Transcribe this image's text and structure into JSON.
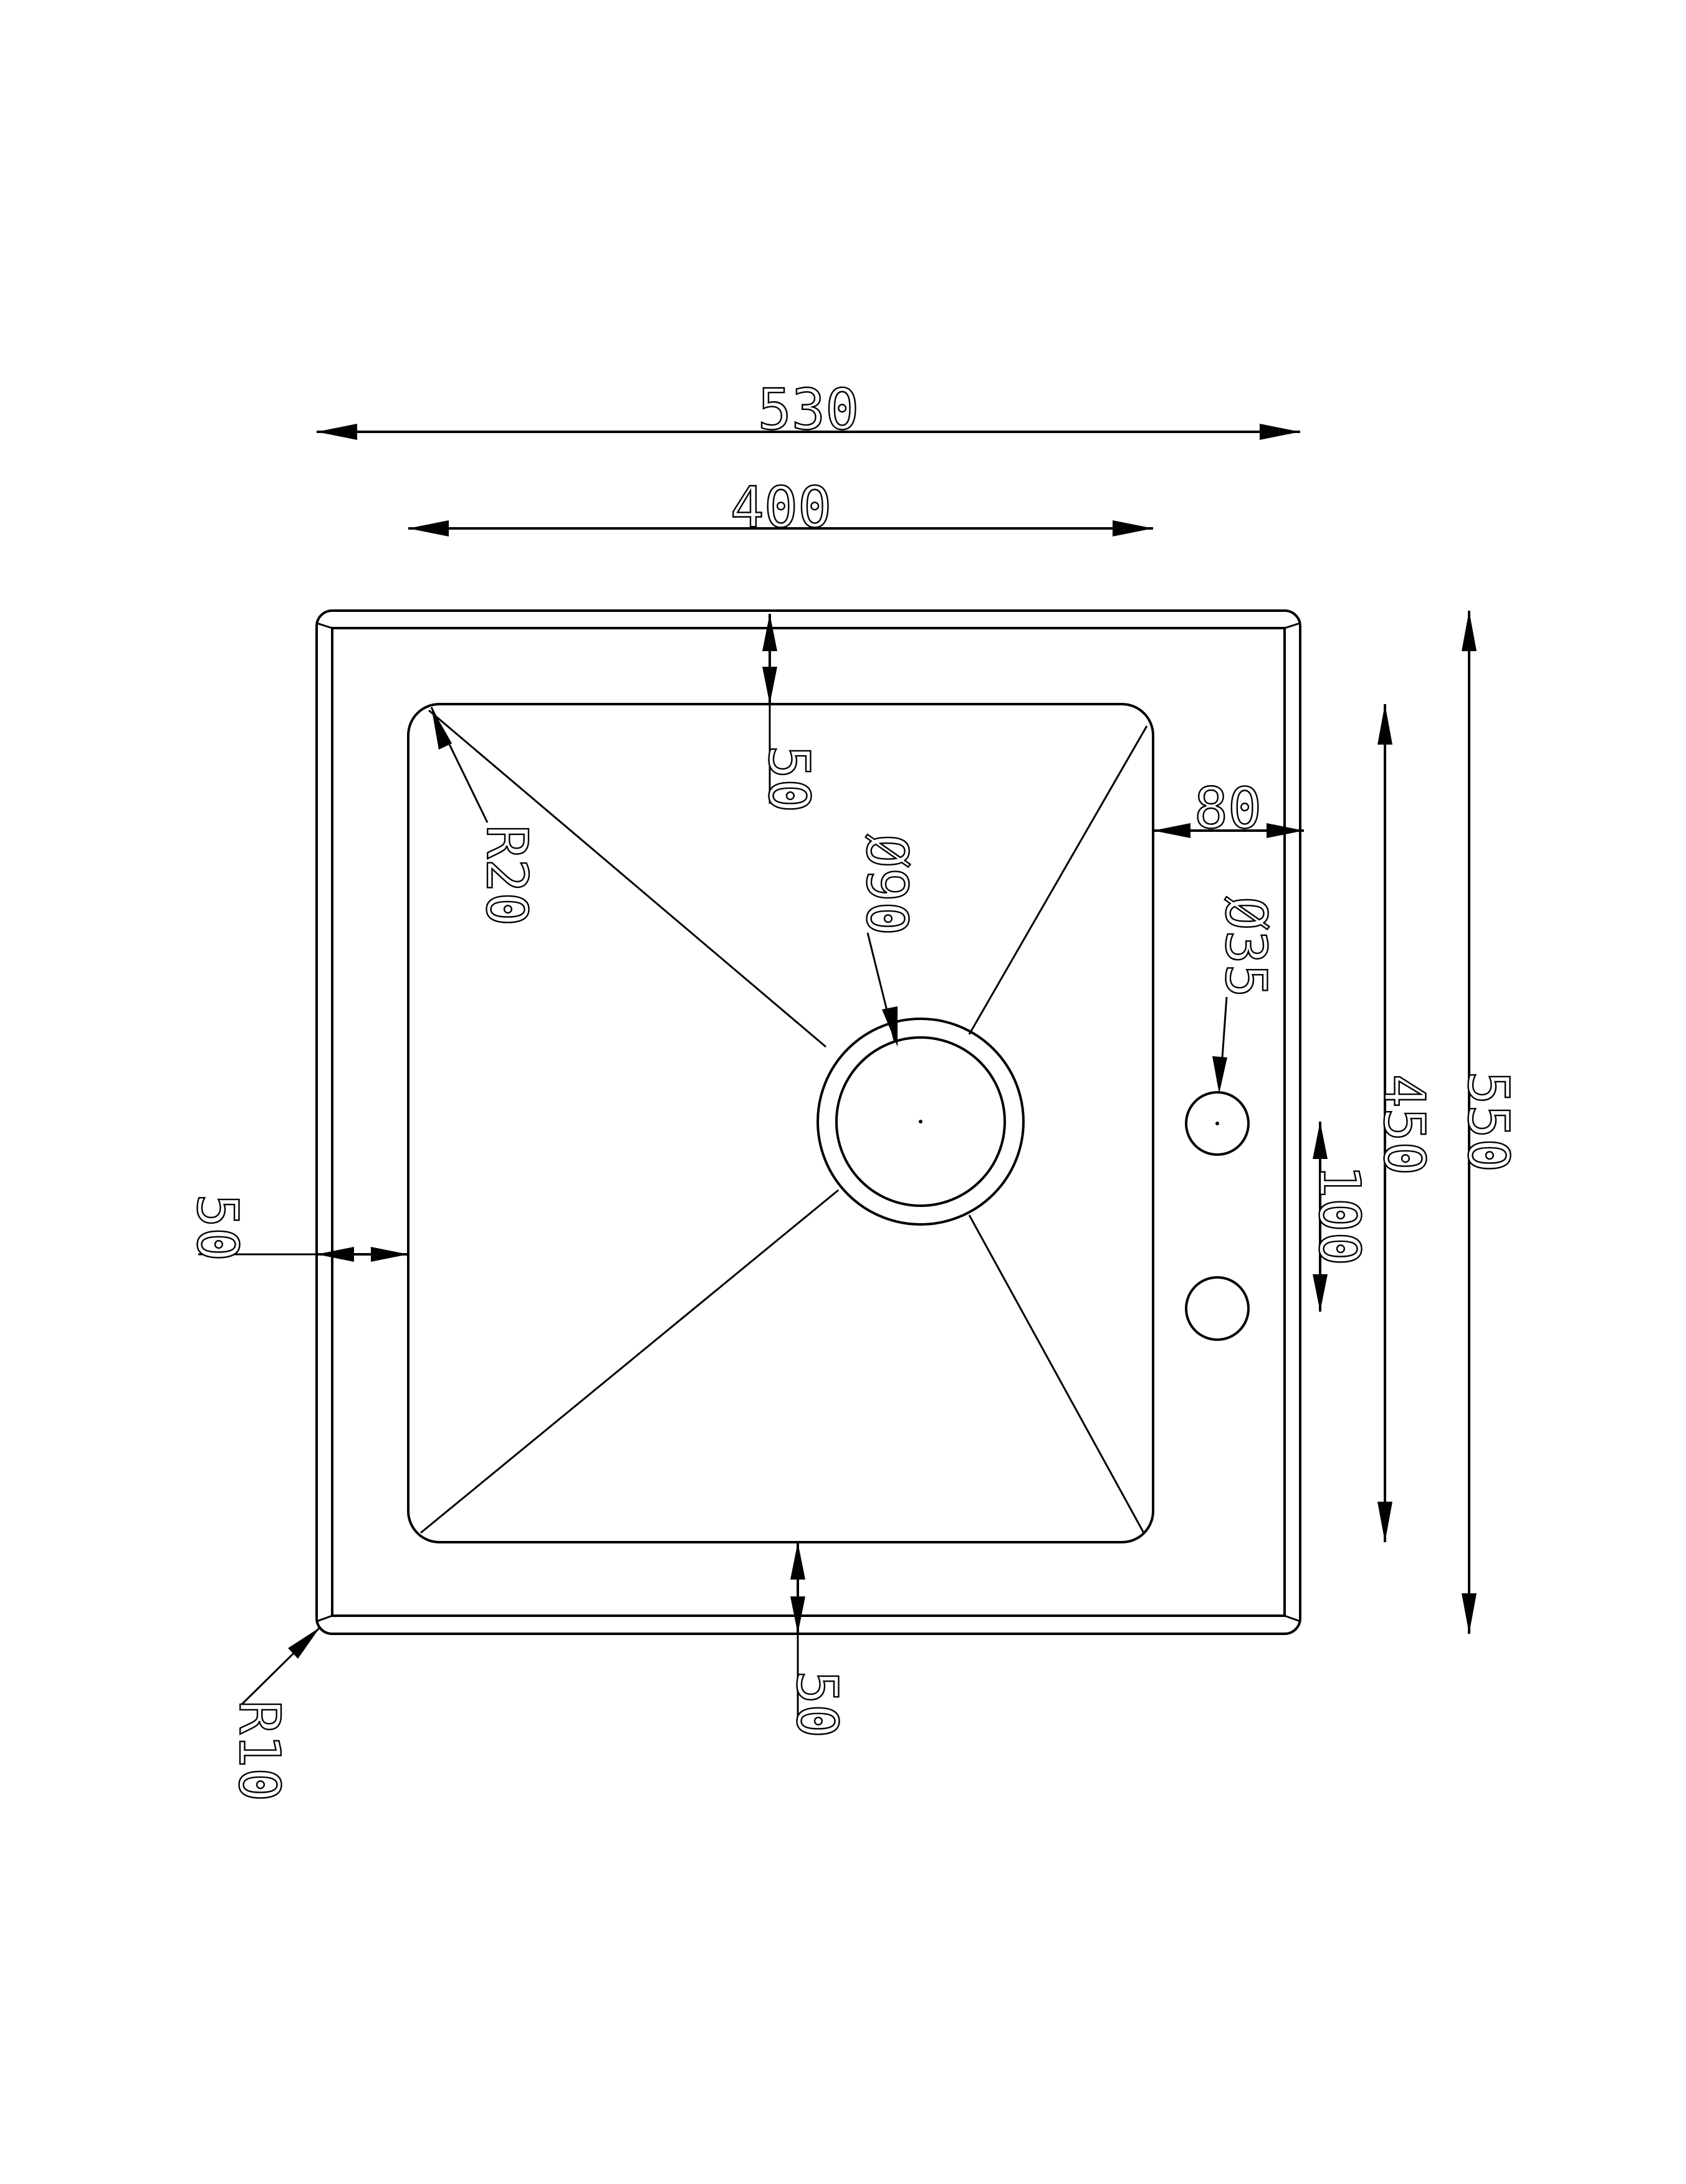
{
  "dimensions": {
    "overall_width": "530",
    "bowl_width": "400",
    "top_rim": "50",
    "bottom_rim": "50",
    "left_rim": "50",
    "right_deck": "80",
    "bowl_corner_radius": "R20",
    "outer_corner_radius": "R10",
    "drain_diameter": "Ø90",
    "tap_hole_diameter": "Ø35",
    "tap_hole_spacing": "100",
    "bowl_length": "450",
    "overall_length": "550"
  },
  "colors": {
    "line": "#000000",
    "background": "#ffffff"
  }
}
